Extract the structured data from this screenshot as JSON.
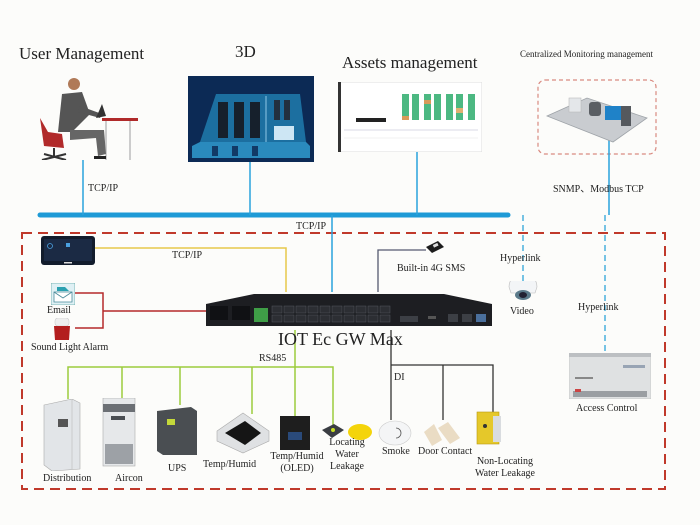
{
  "top": {
    "user_management": "User Management",
    "three_d": "3D",
    "assets_management": "Assets management",
    "centralized_monitoring": "Centralized Monitoring management",
    "user_link_label": "TCP/IP",
    "monitoring_link_label": "SNMP、Modbus TCP"
  },
  "bus": {
    "label": "TCP/IP"
  },
  "gateway": {
    "name": "IOT Ec GW Max"
  },
  "left": {
    "touchscreen_link_label": "TCP/IP",
    "email": "Email",
    "sound_light_alarm": "Sound Light Alarm"
  },
  "right": {
    "sms": "Built-in 4G SMS",
    "video_link_label": "Hyperlink",
    "video": "Video",
    "access_link_label": "Hyperlink",
    "access_control": "Access Control"
  },
  "rs485": {
    "label": "RS485",
    "devices": [
      {
        "id": "distribution",
        "label": "Distribution"
      },
      {
        "id": "aircon",
        "label": "Aircon"
      },
      {
        "id": "ups",
        "label": "UPS"
      },
      {
        "id": "temp-humid",
        "label": "Temp/Humid"
      },
      {
        "id": "temp-humid-oled",
        "label": "Temp/Humid\n(OLED)"
      },
      {
        "id": "locating-water-leakage",
        "label": "Locating\nWater\nLeakage"
      }
    ]
  },
  "di": {
    "label": "DI",
    "devices": [
      {
        "id": "smoke",
        "label": "Smoke"
      },
      {
        "id": "door-contact",
        "label": "Door Contact"
      },
      {
        "id": "non-locating-water-leakage",
        "label": "Non-Locating\nWater Leakage"
      }
    ]
  },
  "colors": {
    "bus": "#1e9ad6",
    "tcp_line": "#2aa3dc",
    "touchscreen_line": "#e6c84a",
    "alarm_line": "#b52a2a",
    "rs485_line": "#9ccc3c",
    "di_line": "#333333",
    "boundary": "#c0392b",
    "hyperlink": "#4ab0dc"
  }
}
